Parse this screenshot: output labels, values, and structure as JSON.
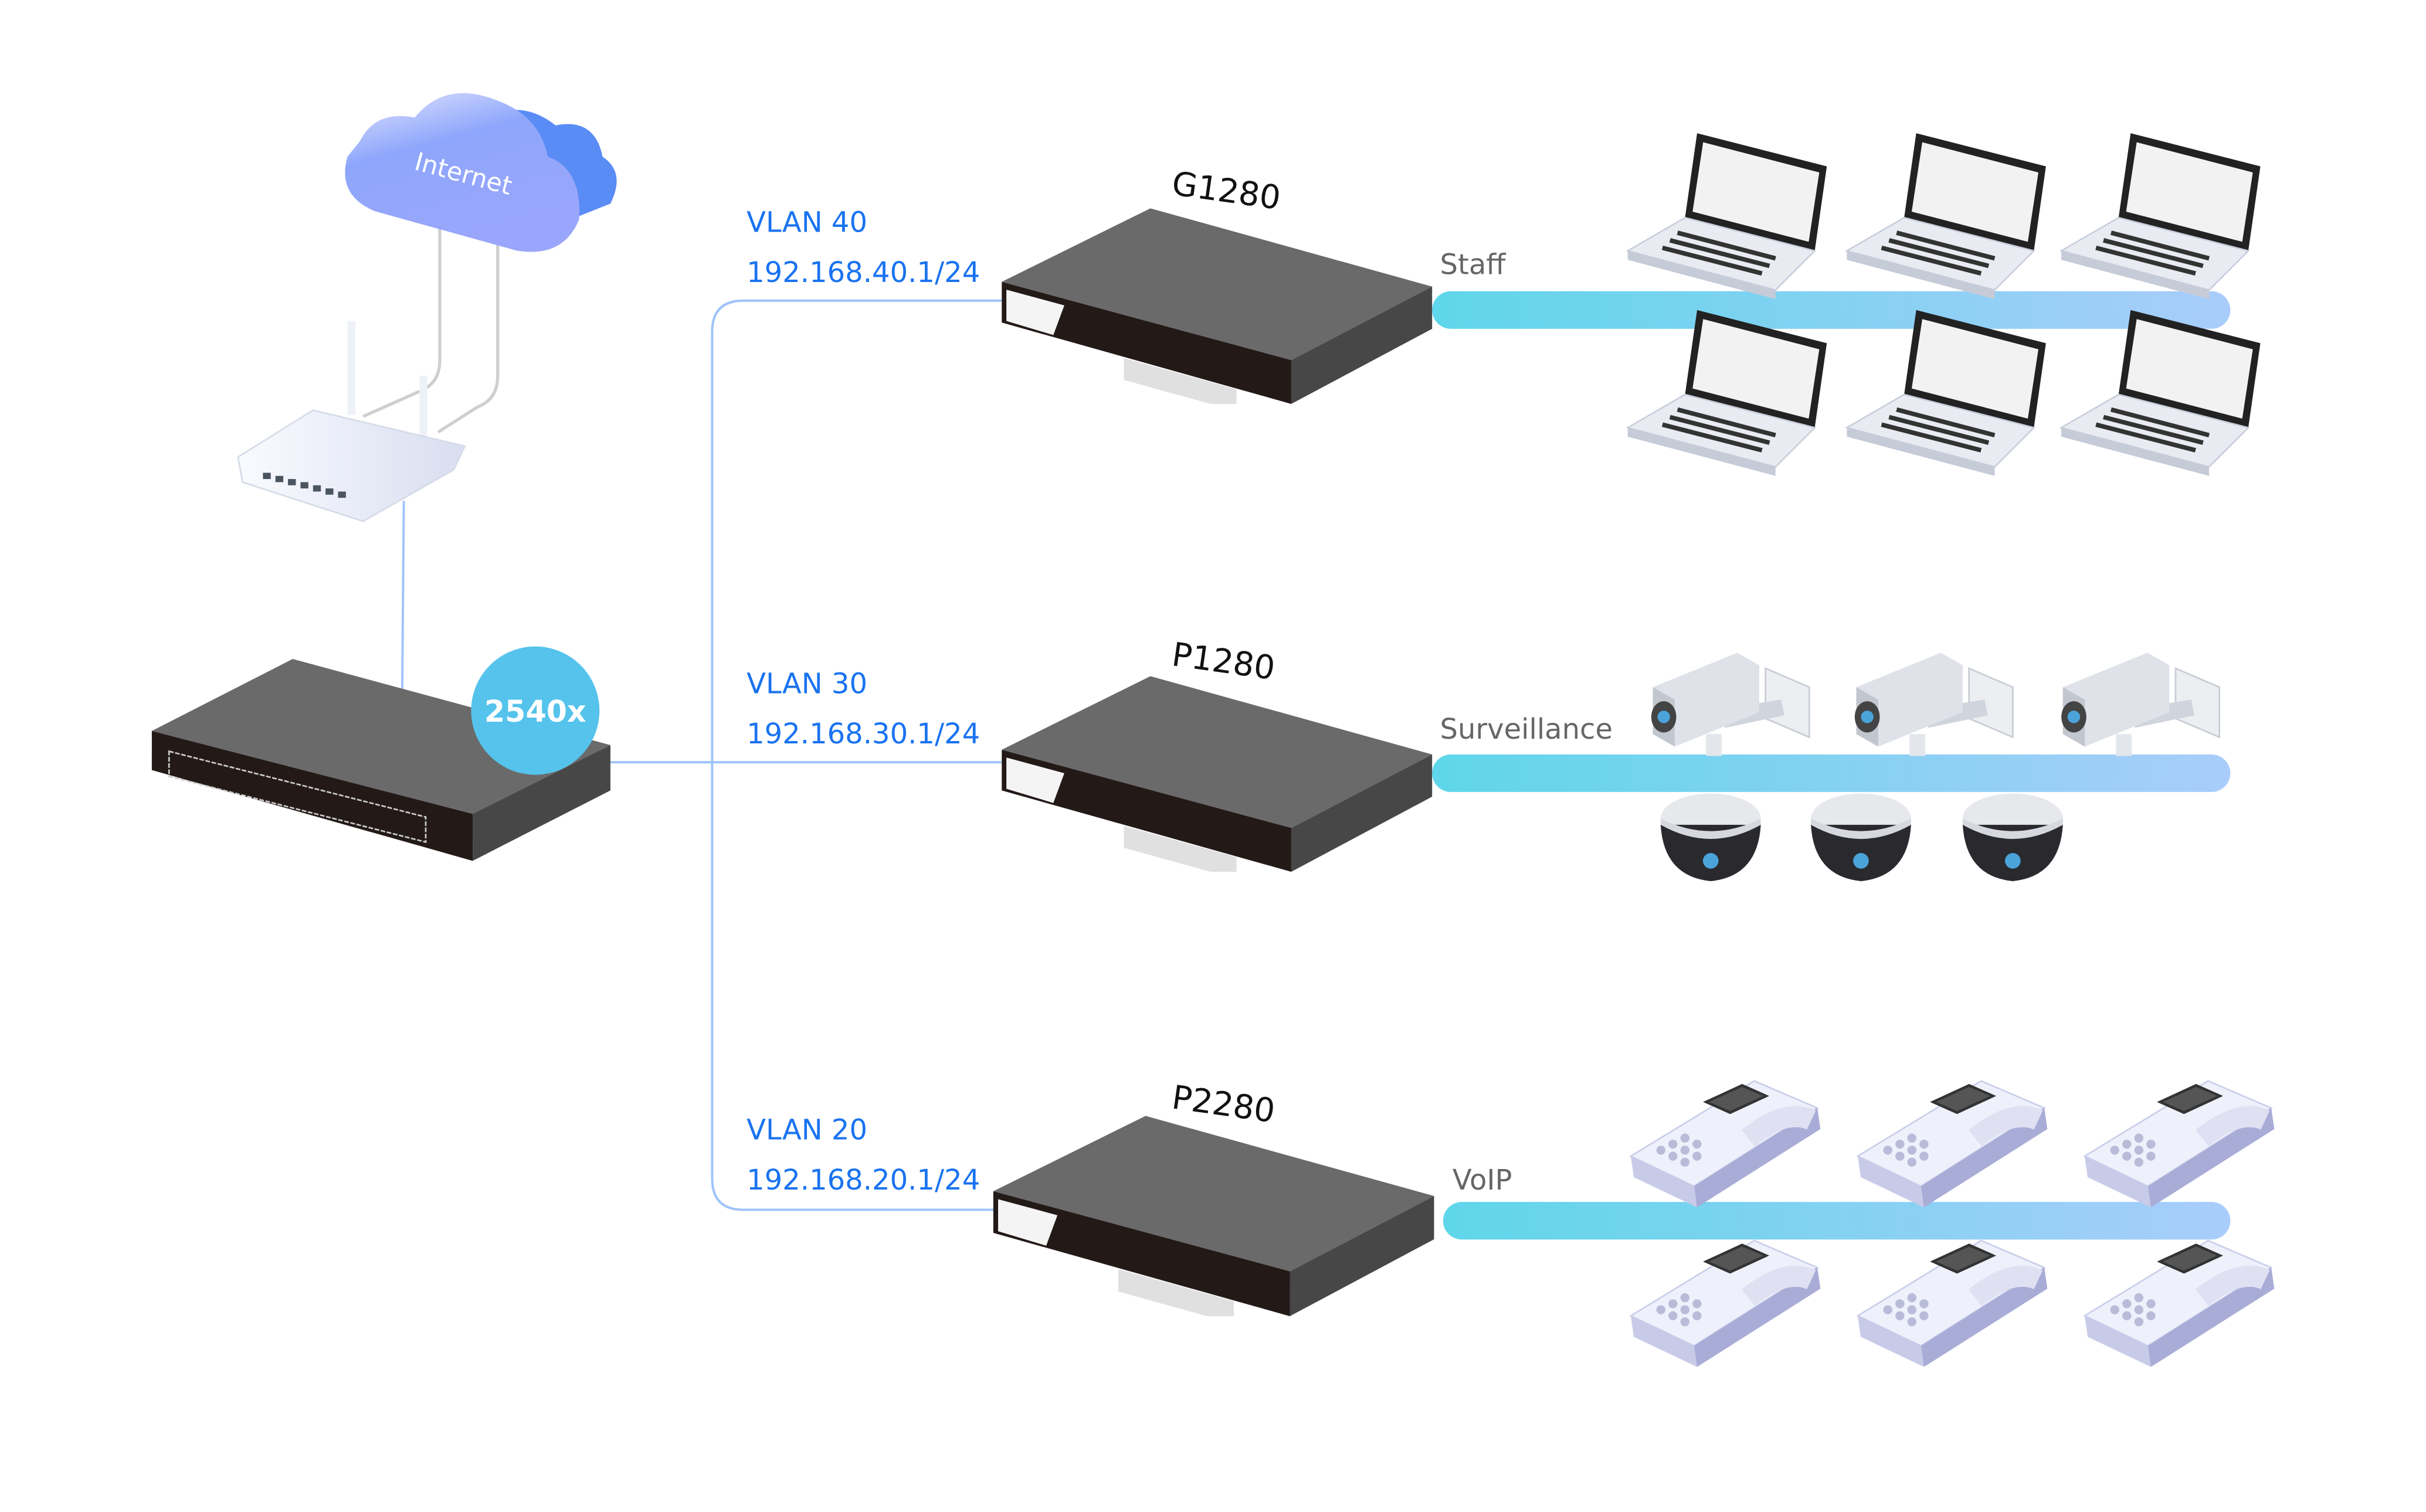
{
  "cloud": {
    "label": "Internet"
  },
  "core_switch": {
    "badge": "2540x",
    "badge_color": "#55c3ec"
  },
  "branches": [
    {
      "model": "G1280",
      "vlan": "VLAN 40",
      "subnet": "192.168.40.1/24",
      "group": "Staff",
      "device_icon": "laptop-icon",
      "device_count": 6
    },
    {
      "model": "P1280",
      "vlan": "VLAN 30",
      "subnet": "192.168.30.1/24",
      "group": "Surveillance",
      "device_icon": "camera-icon",
      "device_count": 6
    },
    {
      "model": "P2280",
      "vlan": "VLAN 20",
      "subnet": "192.168.20.1/24",
      "group": "VoIP",
      "device_icon": "ip-phone-icon",
      "device_count": 6
    }
  ],
  "colors": {
    "vlan_text": "#1a73f0",
    "link_line": "#9fc4fb",
    "bar_start": "#5fd6ea",
    "bar_end": "#a9cdfb",
    "switch_top": "#6a6a6a",
    "switch_front": "#231a18",
    "switch_side": "#474747"
  }
}
